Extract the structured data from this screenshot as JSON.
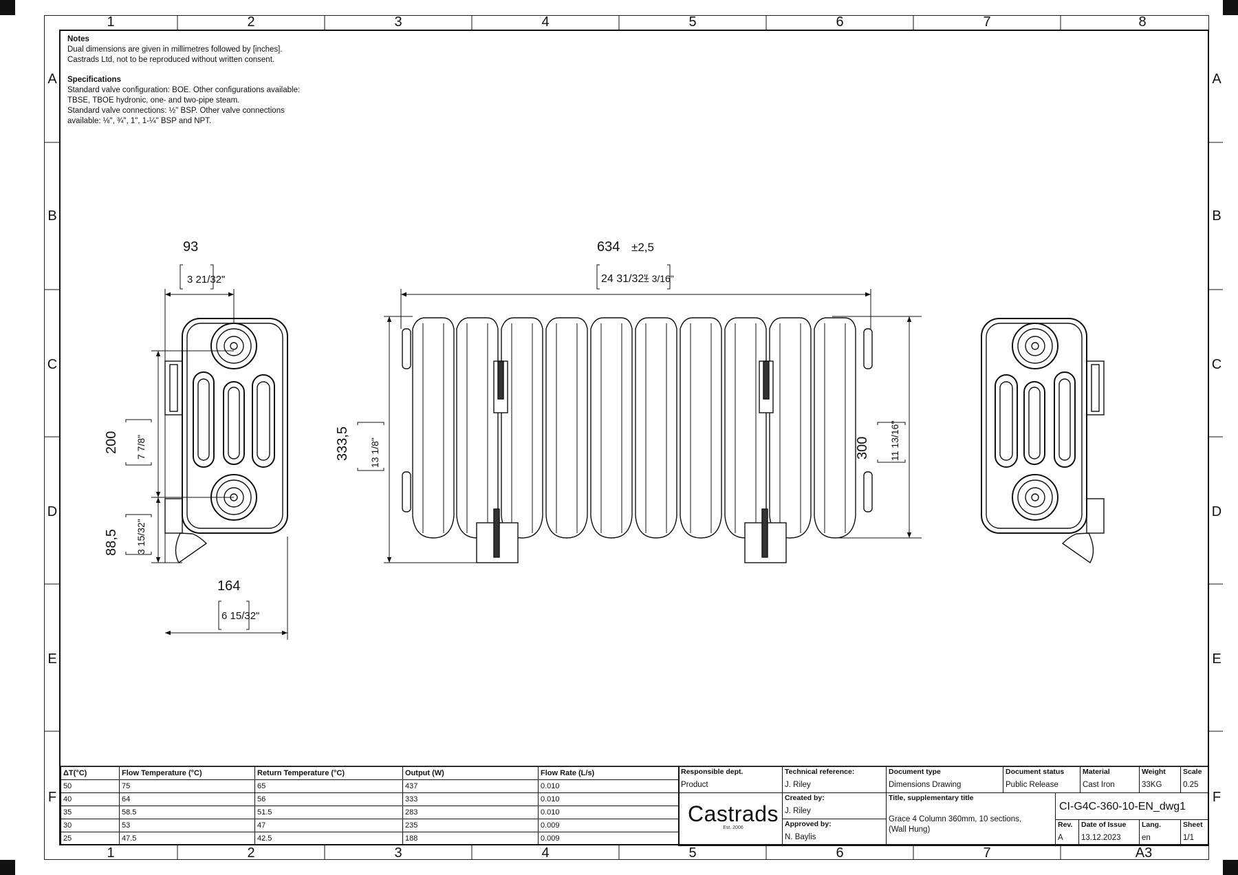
{
  "zones": {
    "columns": [
      "1",
      "2",
      "3",
      "4",
      "5",
      "6",
      "7",
      "8"
    ],
    "rows": [
      "A",
      "B",
      "C",
      "D",
      "E",
      "F"
    ]
  },
  "notes": {
    "heading": "Notes",
    "lines": [
      "Dual dimensions are given in millimetres followed by [inches].",
      "Castrads Ltd, not to be reproduced without written consent."
    ],
    "spec_heading": "Specifications",
    "spec_lines": [
      "Standard valve configuration: BOE. Other configurations available:",
      "TBSE, TBOE hydronic, one- and two-pipe steam.",
      "Standard valve connections: ½\" BSP. Other valve connections",
      "available: ⅛\", ¾\", 1\", 1-¼\" BSP and NPT."
    ]
  },
  "dimensions": {
    "side_width_mm": "93",
    "side_width_in": "3 21/32\"",
    "side_depth_mm": "164",
    "side_depth_in": "6 15/32\"",
    "centers_mm": "200",
    "centers_in": "7 7/8\"",
    "floor_mm": "88,5",
    "floor_in": "3 15/32\"",
    "length_mm": "634",
    "length_tol": "±2,5",
    "length_in": "24 31/32\"",
    "length_tol_in": "± 3/16\"",
    "height_mm": "333,5",
    "height_in": "13 1/8\"",
    "section_mm": "300",
    "section_in": "11 13/16\""
  },
  "performance": {
    "headers": [
      "ΔT(°C)",
      "Flow Temperature (°C)",
      "Return Temperature (°C)",
      "Output (W)",
      "Flow Rate (L/s)"
    ],
    "rows": [
      [
        "50",
        "75",
        "65",
        "437",
        "0.010"
      ],
      [
        "40",
        "64",
        "56",
        "333",
        "0.010"
      ],
      [
        "35",
        "58.5",
        "51.5",
        "283",
        "0.010"
      ],
      [
        "30",
        "53",
        "47",
        "235",
        "0.009"
      ],
      [
        "25",
        "47.5",
        "42.5",
        "188",
        "0.009"
      ]
    ]
  },
  "title_block": {
    "responsible_label": "Responsible dept.",
    "responsible_value": "Product",
    "tech_ref_label": "Technical reference:",
    "tech_ref_value": "J. Riley",
    "created_label": "Created by:",
    "created_value": "J. Riley",
    "approved_label": "Approved by:",
    "approved_value": "N. Baylis",
    "doc_type_label": "Document type",
    "doc_type_value": "Dimensions Drawing",
    "doc_status_label": "Document status",
    "doc_status_value": "Public Release",
    "material_label": "Material",
    "material_value": "Cast Iron",
    "weight_label": "Weight",
    "weight_value": "33KG",
    "scale_label": "Scale",
    "scale_value": "0.25",
    "title_label": "Title, supplementary title",
    "title_value_1": "Grace 4 Column 360mm, 10 sections,",
    "title_value_2": "(Wall Hung)",
    "doc_number": "CI-G4C-360-10-EN_dwg1",
    "rev_label": "Rev.",
    "rev_value": "A",
    "date_label": "Date of Issue",
    "date_value": "13.12.2023",
    "lang_label": "Lang.",
    "lang_value": "en",
    "sheet_label": "Sheet",
    "sheet_value": "1/1",
    "sheet_size": "A3",
    "logo_name": "Castrads",
    "logo_est": "Est. 2006"
  }
}
